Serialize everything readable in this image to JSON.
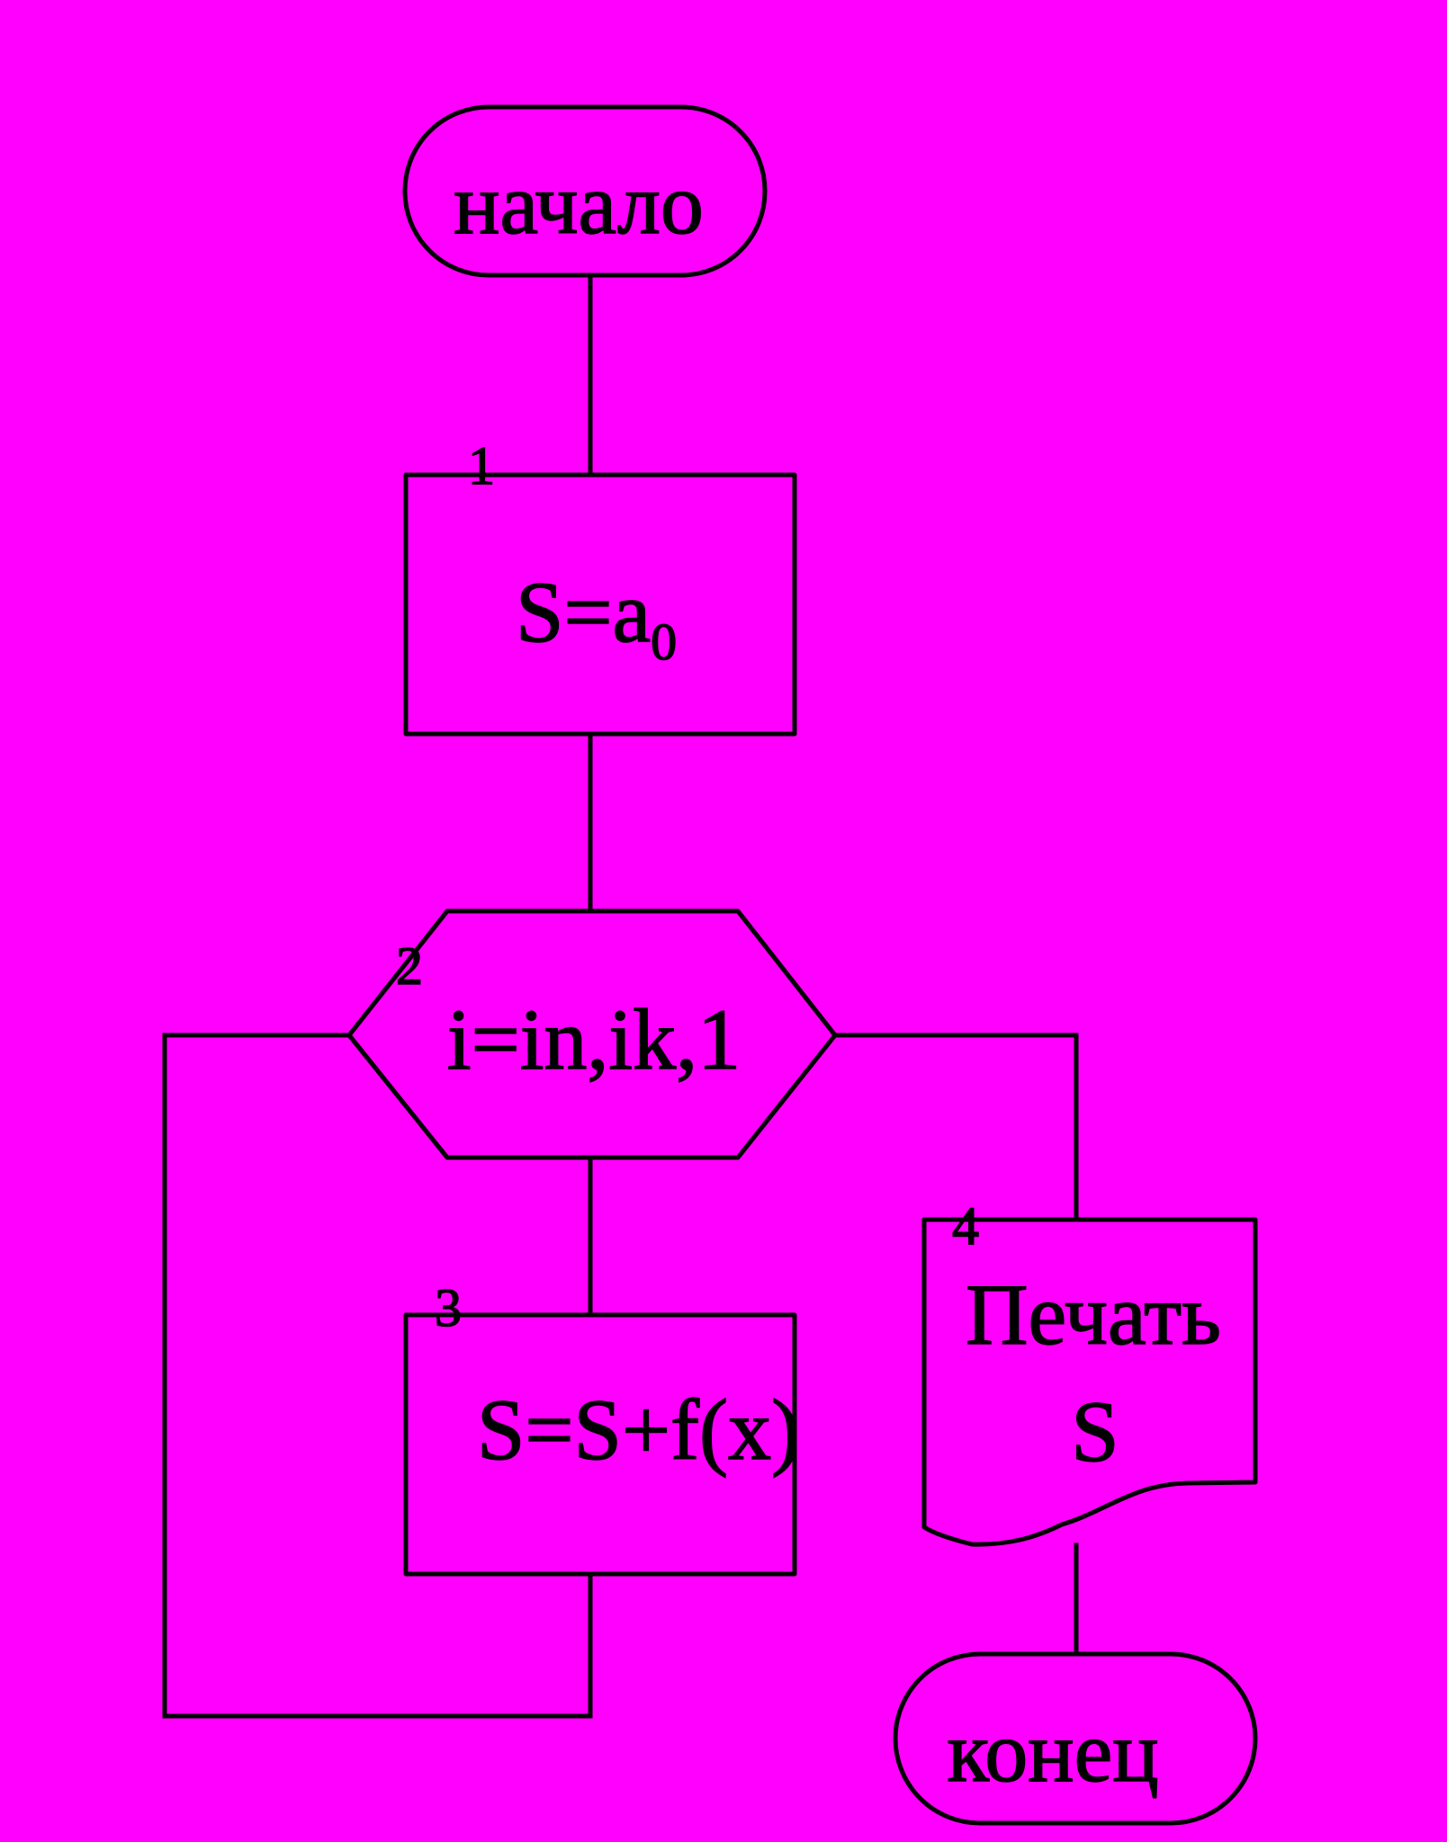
{
  "background_color": "#ff00ff",
  "line_color": "#000000",
  "blocks": {
    "start": {
      "label": "начало"
    },
    "init": {
      "number": "1",
      "expr_main": "S=a",
      "expr_sub": "0"
    },
    "loop": {
      "number": "2",
      "label": "i=in,ik,1"
    },
    "body": {
      "number": "3",
      "label": "S=S+f(x)"
    },
    "print": {
      "number": "4",
      "line1": "Печать",
      "line2": "S"
    },
    "end": {
      "label": "конец"
    }
  }
}
